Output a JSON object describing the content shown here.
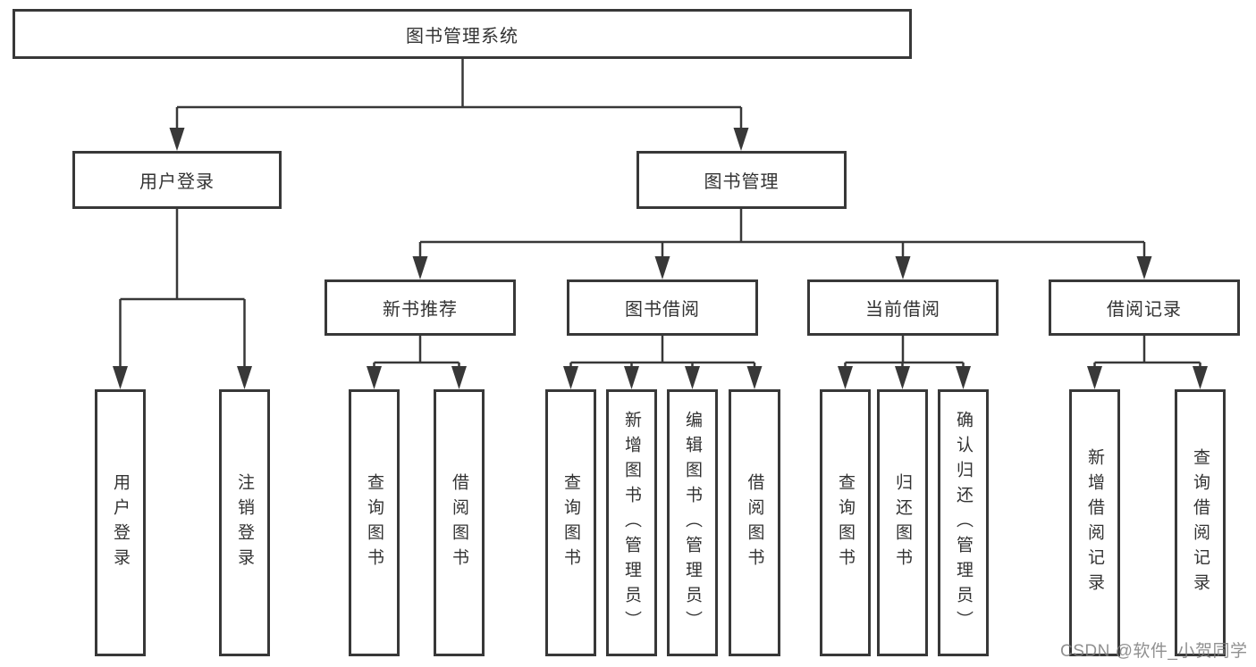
{
  "diagram_type": "hierarchy-tree",
  "colors": {
    "line": "#383838",
    "box_border": "#383838",
    "text": "#333333",
    "background": "#ffffff",
    "watermark": "#7d7d7d"
  },
  "tree": {
    "root": {
      "label": "图书管理系统"
    },
    "branches": [
      {
        "label": "用户登录",
        "children": [
          {
            "label": "用户登录"
          },
          {
            "label": "注销登录"
          }
        ]
      },
      {
        "label": "图书管理",
        "children": [
          {
            "label": "新书推荐",
            "children": [
              {
                "label": "查询图书"
              },
              {
                "label": "借阅图书"
              }
            ]
          },
          {
            "label": "图书借阅",
            "children": [
              {
                "label": "查询图书"
              },
              {
                "label": "新增图书（管理员）"
              },
              {
                "label": "编辑图书（管理员）"
              },
              {
                "label": "借阅图书"
              }
            ]
          },
          {
            "label": "当前借阅",
            "children": [
              {
                "label": "查询图书"
              },
              {
                "label": "归还图书"
              },
              {
                "label": "确认归还（管理员）"
              }
            ]
          },
          {
            "label": "借阅记录",
            "children": [
              {
                "label": "新增借阅记录"
              },
              {
                "label": "查询借阅记录"
              }
            ]
          }
        ]
      }
    ]
  },
  "watermark": {
    "text": "CSDN @软件_小贺同学"
  }
}
